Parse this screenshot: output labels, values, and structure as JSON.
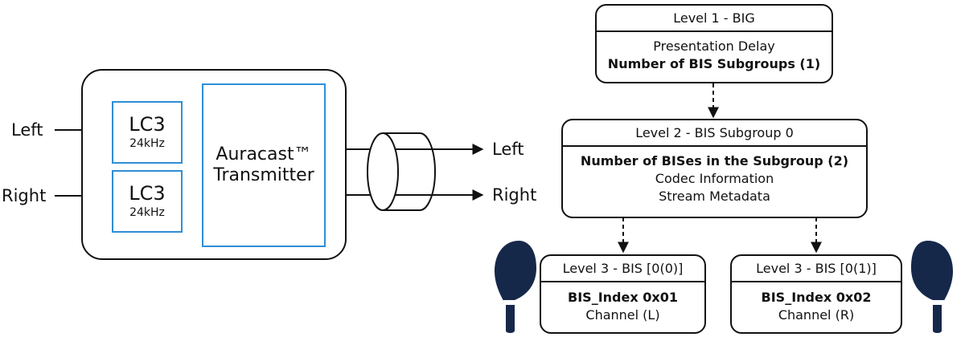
{
  "left_diagram": {
    "inputs": [
      "Left",
      "Right"
    ],
    "codecs": [
      {
        "name": "LC3",
        "rate": "24kHz"
      },
      {
        "name": "LC3",
        "rate": "24kHz"
      }
    ],
    "transmitter": "Auracast™ Transmitter",
    "outputs": [
      "Left",
      "Right"
    ]
  },
  "hierarchy": {
    "level1": {
      "title": "Level 1 - BIG",
      "lines": [
        "Presentation Delay",
        "Number of BIS Subgroups (1)"
      ]
    },
    "level2": {
      "title": "Level 2 - BIS Subgroup 0",
      "lines": [
        "Number of BISes in the Subgroup (2)",
        "Codec Information",
        "Stream Metadata"
      ]
    },
    "level3": [
      {
        "title": "Level 3 - BIS [0(0)]",
        "lines": [
          "BIS_Index 0x01",
          "Channel (L)"
        ]
      },
      {
        "title": "Level 3 - BIS [0(1)]",
        "lines": [
          "BIS_Index 0x02",
          "Channel (R)"
        ]
      }
    ]
  },
  "colors": {
    "codec_border": "#2f8ed6",
    "earbud": "#16284a",
    "line": "#111111"
  }
}
